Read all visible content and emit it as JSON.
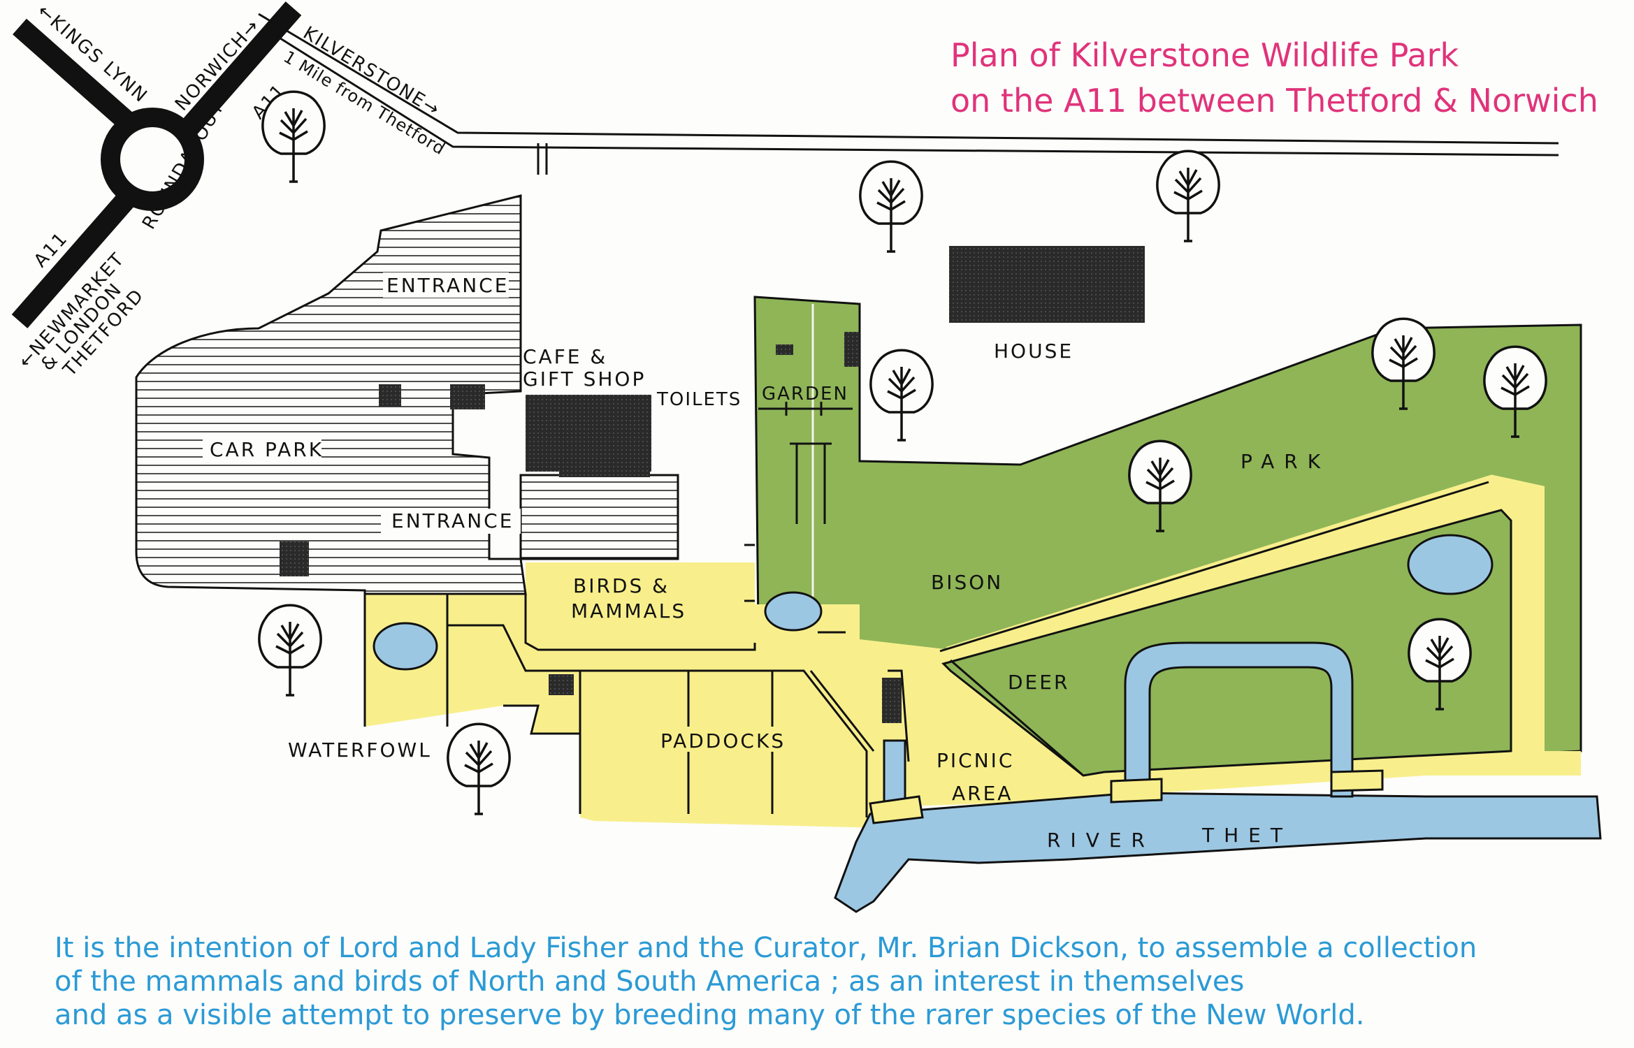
{
  "title": {
    "line1": "Plan of Kilverstone Wildlife Park",
    "line2": "on the A11 between Thetford & Norwich"
  },
  "roads": {
    "kings_lynn": "←KINGS LYNN",
    "norwich": "NORWICH→",
    "a11_top": "A11",
    "kilverstone": "KILVERSTONE→",
    "one_mile": "1 Mile from Thetford",
    "roundabout": "ROUNDABOUT",
    "a11_bottom": "A11",
    "newmarket_1": "←NEWMARKET",
    "newmarket_2": "& LONDON",
    "newmarket_3": "THETFORD"
  },
  "areas": {
    "entrance_top": "ENTRANCE",
    "car_park": "CAR PARK",
    "entrance_bottom": "ENTRANCE",
    "cafe_1": "CAFE &",
    "cafe_2": "GIFT SHOP",
    "toilets": "TOILETS",
    "garden": "GARDEN",
    "house": "HOUSE",
    "park": "PARK",
    "bison": "BISON",
    "birds_1": "BIRDS &",
    "birds_2": "MAMMALS",
    "deer": "DEER",
    "waterfowl": "WATERFOWL",
    "paddocks": "PADDOCKS",
    "picnic_1": "PICNIC",
    "picnic_2": "AREA",
    "river_1": "RIVER",
    "river_2": "THET"
  },
  "caption": {
    "line1": "It is the intention of Lord and Lady Fisher and the Curator, Mr. Brian Dickson, to assemble a collection",
    "line2": "of the mammals and birds of North and South America ; as an interest in themselves",
    "line3": "and as a visible attempt to preserve by breeding many of the rarer species of the New World."
  },
  "colors": {
    "park_green": "#8fb557",
    "path_yellow": "#f8ef8c",
    "water_blue": "#9cc7e3",
    "title_pink": "#e0337a",
    "caption_blue": "#2b9ad6",
    "building": "#2a2a2a"
  },
  "icons": [
    "tree-icon",
    "roundabout-icon"
  ]
}
